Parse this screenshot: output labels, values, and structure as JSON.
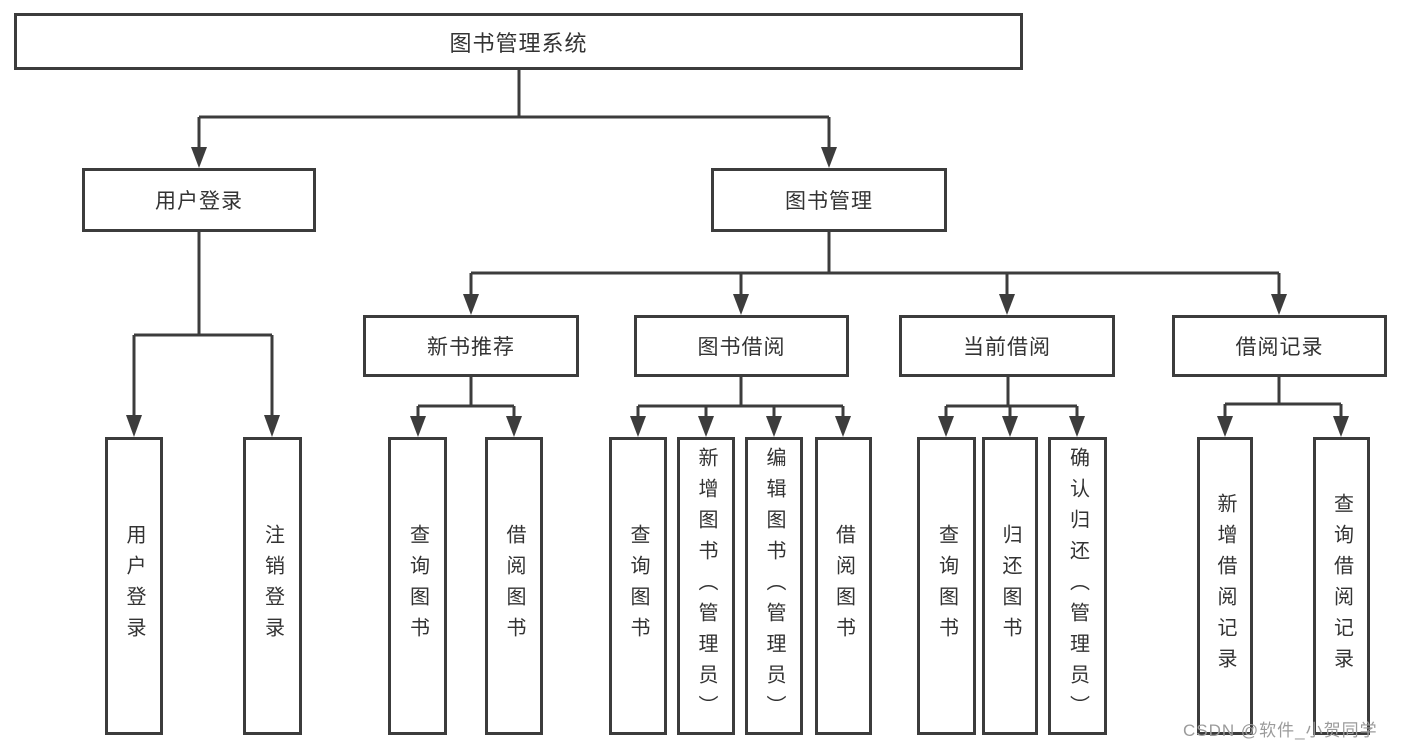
{
  "diagram": {
    "title": "图书管理系统",
    "level2": {
      "user_login": "用户登录",
      "book_management": "图书管理"
    },
    "level3": {
      "new_book_recommend": "新书推荐",
      "book_borrowing": "图书借阅",
      "current_borrowing": "当前借阅",
      "borrowing_records": "借阅记录"
    },
    "leaves": {
      "user_login": "用户登录",
      "logout": "注销登录",
      "nb_query_books": "查询图书",
      "nb_borrow_books": "借阅图书",
      "bb_query_books": "查询图书",
      "bb_add_books_admin": "新增图书（管理员）",
      "bb_edit_books_admin": "编辑图书（管理员）",
      "bb_borrow_books": "借阅图书",
      "cb_query_books": "查询图书",
      "cb_return_books": "归还图书",
      "cb_confirm_return_admin": "确认归还（管理员）",
      "br_add_record": "新增借阅记录",
      "br_query_record": "查询借阅记录"
    }
  },
  "watermark": "CSDN @软件_小贺同学",
  "colors": {
    "line": "#3c3c3c",
    "text": "#333333",
    "watermark": "#9b9b9b",
    "background": "#ffffff"
  }
}
